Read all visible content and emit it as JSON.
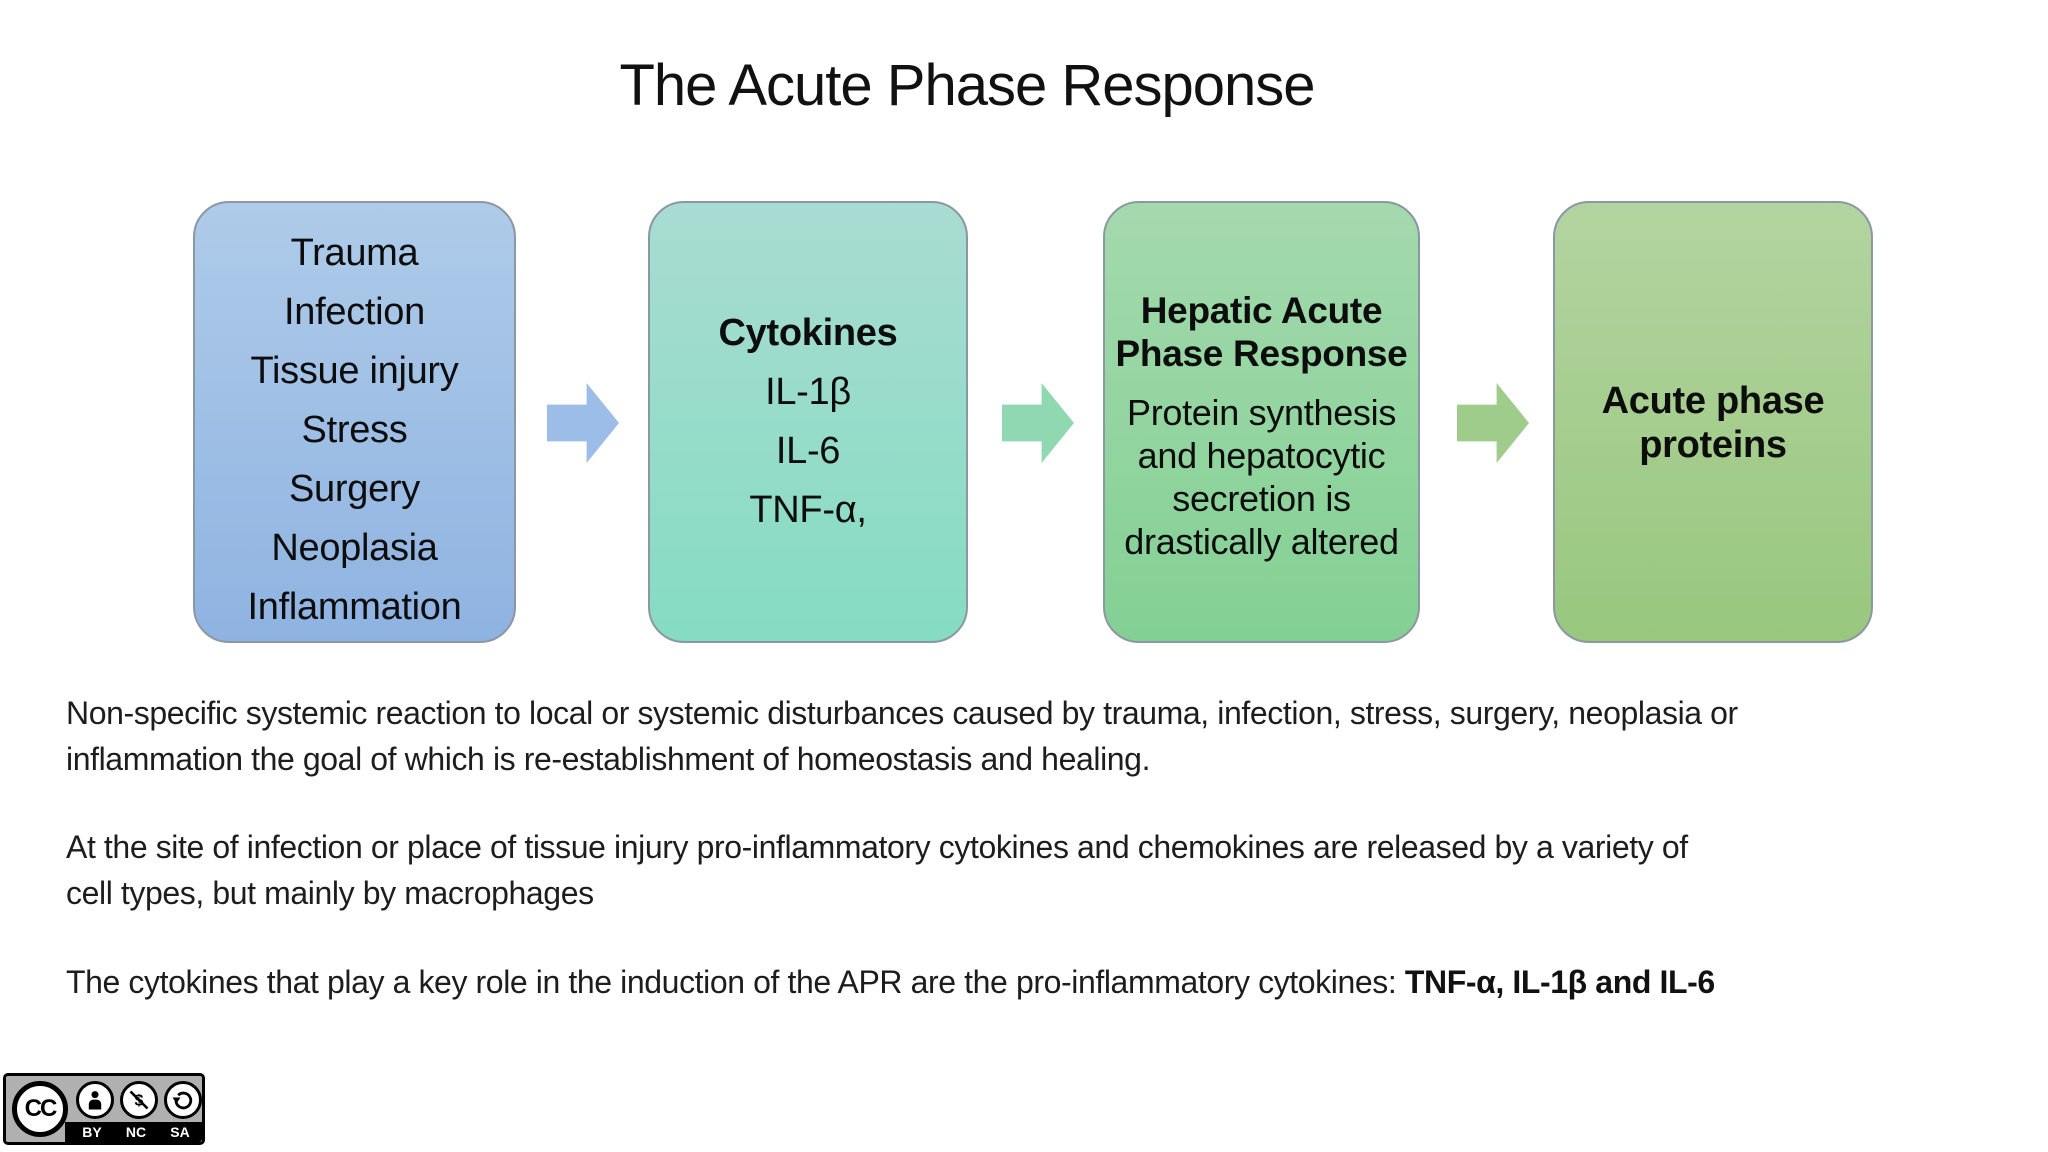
{
  "header": {
    "title": "The Acute Phase Response"
  },
  "flow": {
    "boxes": [
      {
        "name": "triggers",
        "lines": [
          "Trauma",
          "Infection",
          "Tissue injury",
          "Stress",
          "Surgery",
          "Neoplasia",
          "Inflammation"
        ],
        "fill_top": "#aecbe9",
        "fill_bottom": "#8fb3e1"
      },
      {
        "name": "cytokines",
        "heading": "Cytokines",
        "lines": [
          "IL-1β",
          "IL-6",
          "TNF-α,"
        ],
        "fill_top": "#a9dcd2",
        "fill_bottom": "#85dcc2"
      },
      {
        "name": "hepatic-acute-phase-response",
        "heading_lines": [
          "Hepatic Acute",
          "Phase Response"
        ],
        "body_lines": [
          "Protein synthesis",
          "and hepatocytic",
          "secretion is",
          "drastically altered"
        ],
        "fill_top": "#a4d9ad",
        "fill_bottom": "#83d094"
      },
      {
        "name": "acute-phase-proteins",
        "heading_lines": [
          "Acute phase",
          "proteins"
        ],
        "fill_top": "#b3d4a0",
        "fill_bottom": "#98c77e"
      }
    ],
    "arrows": [
      {
        "color": "#9cbde8"
      },
      {
        "color": "#90d8b2"
      },
      {
        "color": "#9fcb8b"
      }
    ]
  },
  "body_text": {
    "p1_line1": "Non-specific systemic reaction to local or systemic disturbances caused by trauma, infection, stress, surgery, neoplasia or",
    "p1_line2": "inflammation the goal of which is re-establishment of homeostasis and healing.",
    "p2_line1": "At the site of infection or place of tissue injury pro-inflammatory cytokines and chemokines are released by a variety of",
    "p2_line2": "cell types, but mainly by macrophages",
    "p3_prefix": "The cytokines that play a key role in the induction of the APR are the pro-inflammatory cytokines: ",
    "p3_bold": "TNF-α, IL-1β and IL-6"
  },
  "license_badge": {
    "cc": "CC",
    "labels": [
      "BY",
      "NC",
      "SA"
    ]
  },
  "colors": {
    "background": "#ffffff",
    "title_text": "#111111",
    "body_text": "#1d1d1d",
    "box_border": "#8b98a3",
    "badge_gray": "#b0b0b0"
  }
}
